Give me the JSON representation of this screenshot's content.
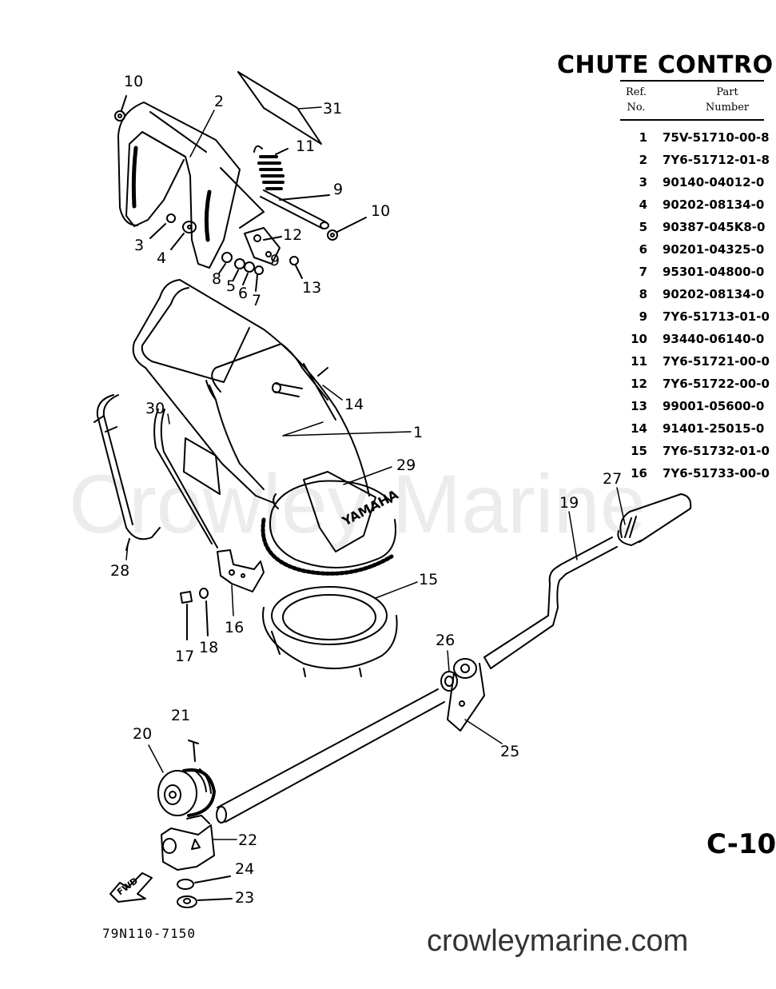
{
  "title": "CHUTE CONTRO",
  "table": {
    "col_ref": [
      "Ref.",
      "No."
    ],
    "col_part": [
      "Part",
      "Number"
    ],
    "rows": [
      {
        "ref": "1",
        "part": "75V-51710-00-8"
      },
      {
        "ref": "2",
        "part": "7Y6-51712-01-8"
      },
      {
        "ref": "3",
        "part": "90140-04012-0"
      },
      {
        "ref": "4",
        "part": "90202-08134-0"
      },
      {
        "ref": "5",
        "part": "90387-045K8-0"
      },
      {
        "ref": "6",
        "part": "90201-04325-0"
      },
      {
        "ref": "7",
        "part": "95301-04800-0"
      },
      {
        "ref": "8",
        "part": "90202-08134-0"
      },
      {
        "ref": "9",
        "part": "7Y6-51713-01-0"
      },
      {
        "ref": "10",
        "part": "93440-06140-0"
      },
      {
        "ref": "11",
        "part": "7Y6-51721-00-0"
      },
      {
        "ref": "12",
        "part": "7Y6-51722-00-0"
      },
      {
        "ref": "13",
        "part": "99001-05600-0"
      },
      {
        "ref": "14",
        "part": "91401-25015-0"
      },
      {
        "ref": "15",
        "part": "7Y6-51732-01-0"
      },
      {
        "ref": "16",
        "part": "7Y6-51733-00-0"
      }
    ]
  },
  "callouts": [
    "10",
    "2",
    "31",
    "11",
    "9",
    "10",
    "3",
    "4",
    "12",
    "9",
    "13",
    "8",
    "5",
    "6",
    "7",
    "14",
    "1",
    "30",
    "29",
    "27",
    "19",
    "15",
    "28",
    "16",
    "17",
    "18",
    "26",
    "25",
    "21",
    "20",
    "22",
    "24",
    "23"
  ],
  "chute_label": "YAMAHA",
  "arrow_label": "FWD",
  "page_number": "C-10",
  "drawing_number": "79N110-7150",
  "watermark": "Crowley Marine",
  "website": "crowleymarine.com"
}
